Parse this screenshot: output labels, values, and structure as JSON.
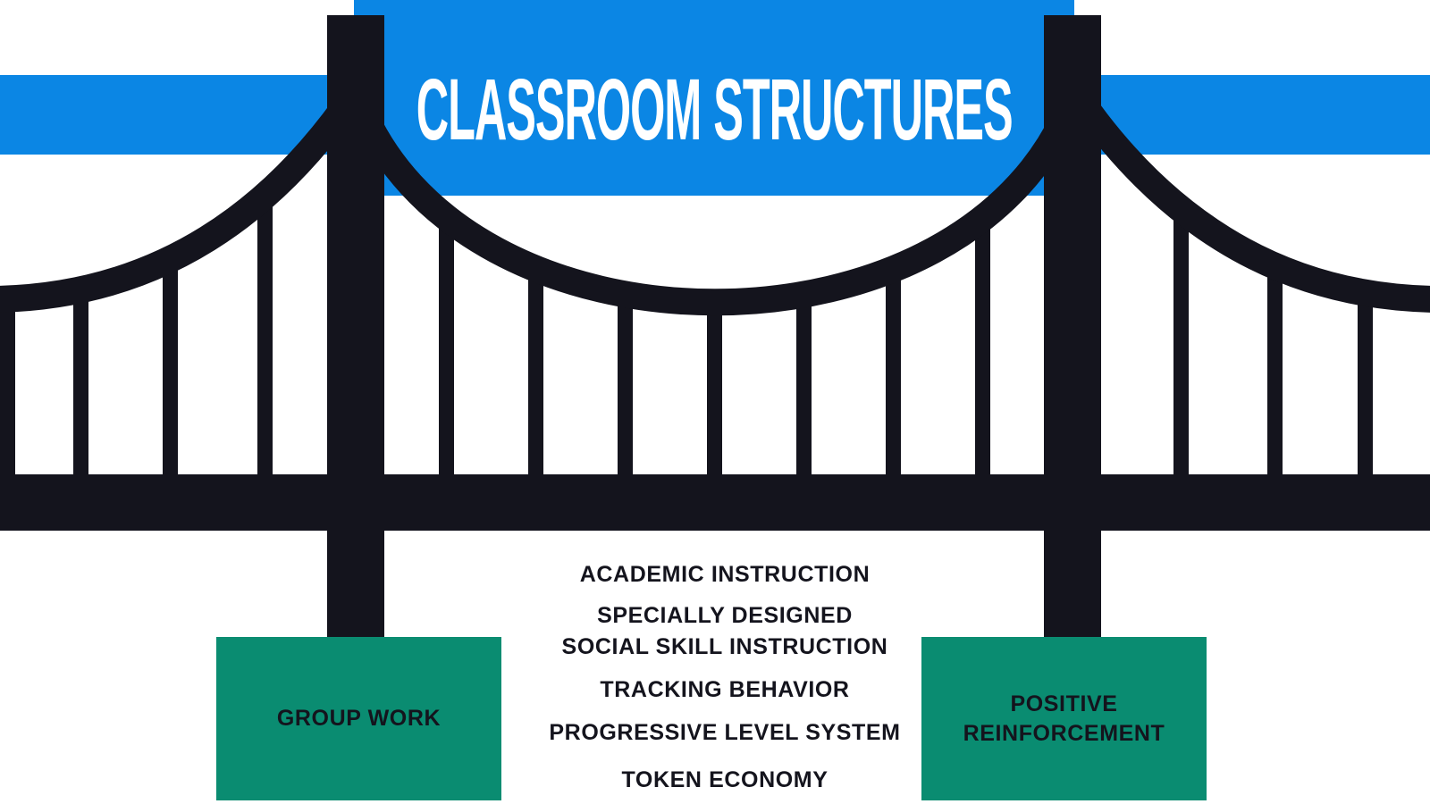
{
  "title": {
    "text": "CLASSROOM STRUCTURES"
  },
  "colors": {
    "blue": "#0b86e4",
    "dark": "#14141d",
    "green": "#0a8c71",
    "white": "#ffffff"
  },
  "icons": {
    "bridge": "suspension-bridge-silhouette"
  },
  "structures": {
    "items": [
      "ACADEMIC INSTRUCTION",
      "SPECIALLY DESIGNED\nSOCIAL SKILL INSTRUCTION",
      "TRACKING BEHAVIOR",
      "PROGRESSIVE LEVEL SYSTEM",
      "TOKEN ECONOMY"
    ]
  },
  "pillars": {
    "left": {
      "label": "GROUP WORK"
    },
    "right": {
      "label": "POSITIVE\nREINFORCEMENT"
    }
  }
}
